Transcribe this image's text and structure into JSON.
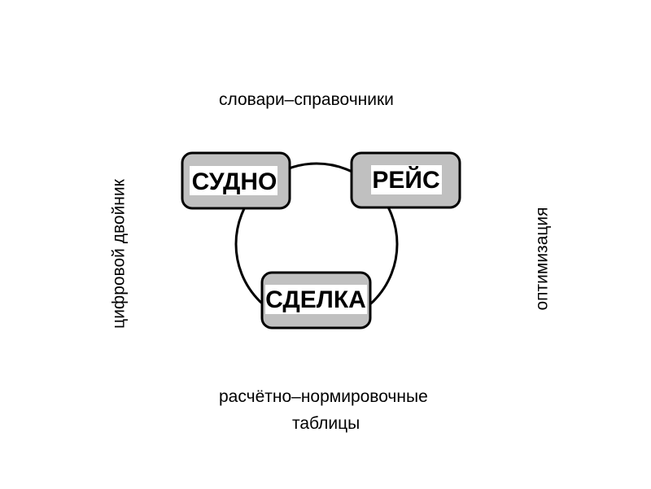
{
  "labels": {
    "top": "словари–справочники",
    "bottom_line1": "расчётно–нормировочные",
    "bottom_line2": "таблицы",
    "left": "цифровой двойник",
    "right": "оптимизация"
  },
  "nodes": {
    "vessel": "СУДНО",
    "voyage": "РЕЙС",
    "deal": "СДЕЛКА"
  },
  "colors": {
    "node_fill": "#c0c0c0",
    "node_label_bg": "#ffffff",
    "stroke": "#000000"
  }
}
